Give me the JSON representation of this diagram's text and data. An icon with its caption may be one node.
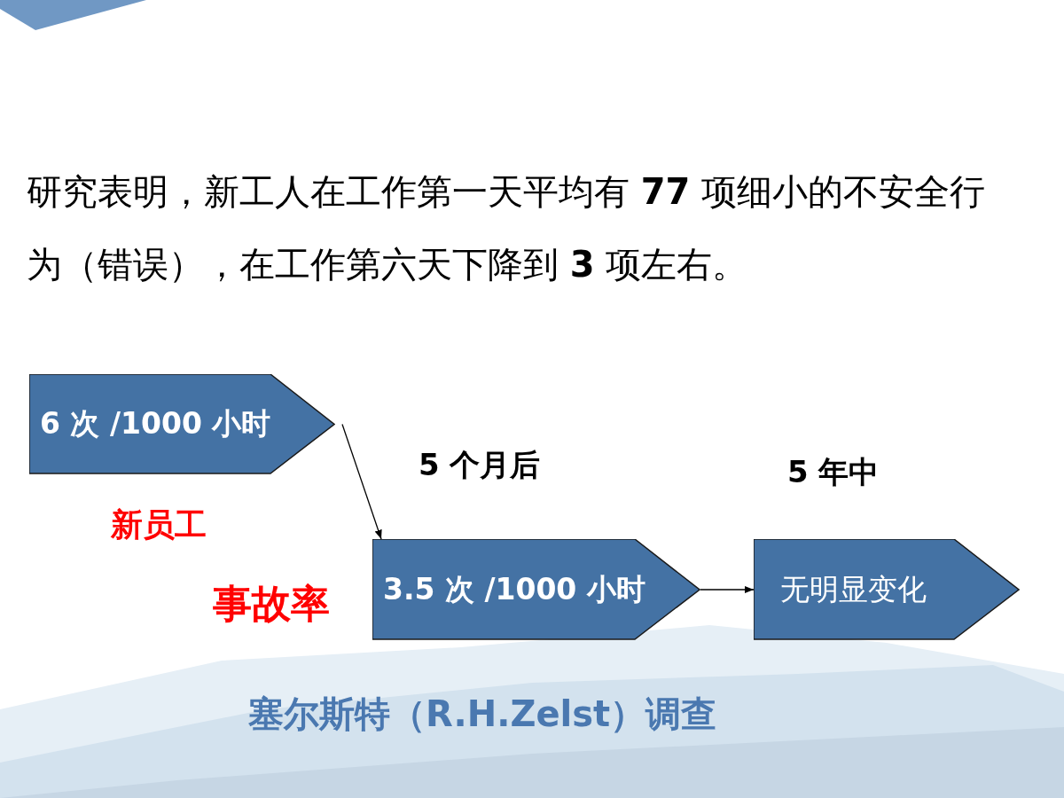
{
  "diagram": {
    "title": "研究表明，新工人在工作第一天平均有 **77** 项细小的不安全行为（错误），在工作第六天下降到 **3** 项左右。",
    "caption": "塞尔斯特（R.H.Zelst）调查",
    "nodes": [
      {
        "text": [
          "6 次 /1000 小时"
        ]
      },
      {
        "text": [
          "3.5 次 /1000 小时"
        ],
        "beside": [
          "5 个月后"
        ]
      },
      {
        "text": [
          "无明显变化"
        ],
        "beside": [
          "5 年中"
        ]
      }
    ],
    "edges": [
      {
        "from": 0,
        "to": 1,
        "arrow": "to"
      },
      {
        "from": 1,
        "to": 2,
        "arrow": "to"
      }
    ],
    "labels": [
      "新员工",
      "事故率"
    ]
  }
}
